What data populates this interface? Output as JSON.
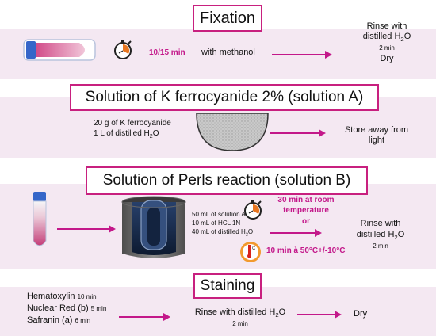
{
  "colors": {
    "accent": "#c3188a",
    "band": "#f4e8f2",
    "title_border": "#c8207f"
  },
  "fixation": {
    "title": "Fixation",
    "time": "10/15 min",
    "with": "with methanol",
    "rinse_line1": "Rinse with",
    "rinse_line2_pre": "distilled H",
    "rinse_sub": "2",
    "rinse_line2_post": "O",
    "rinse_time": "2 min",
    "dry": "Dry"
  },
  "solution_a": {
    "title": "Solution of K ferrocyanide 2% (solution A)",
    "line1": "20 g of K ferrocyanide",
    "line2_pre": "1 L of distilled H",
    "line2_sub": "2",
    "line2_post": "O",
    "store1": "Store away from",
    "store2": "light"
  },
  "solution_b": {
    "title": "Solution of Perls reaction (solution B)",
    "mix1": "50 mL of solution A",
    "mix2": "10 mL of HCL 1N",
    "mix3_pre": "40 mL of distilled H",
    "mix3_sub": "2",
    "mix3_post": "O",
    "time1a": "30 min at room",
    "time1b": "temperature",
    "or": "or",
    "time2": "10 min à 50°C+/-10°C",
    "thermo_label": "C",
    "rinse_line1": "Rinse with",
    "rinse_line2_pre": "distilled H",
    "rinse_sub": "2",
    "rinse_line2_post": "O",
    "rinse_time": "2 min"
  },
  "staining": {
    "title": "Staining",
    "s1": "Hematoxylin",
    "s1_time": "10 min",
    "s2": "Nuclear Red (b)",
    "s2_time": "5 min",
    "s3": "Safranin (a)",
    "s3_time": "6 min",
    "rinse_pre": "Rinse with distilled H",
    "rinse_sub": "2",
    "rinse_post": "O",
    "rinse_time": "2 min",
    "dry": "Dry"
  },
  "icons": [
    "slide-icon",
    "stopwatch-icon",
    "bowl-icon",
    "tube-icon",
    "beaker-icon",
    "thermometer-icon",
    "arrow-icon"
  ]
}
